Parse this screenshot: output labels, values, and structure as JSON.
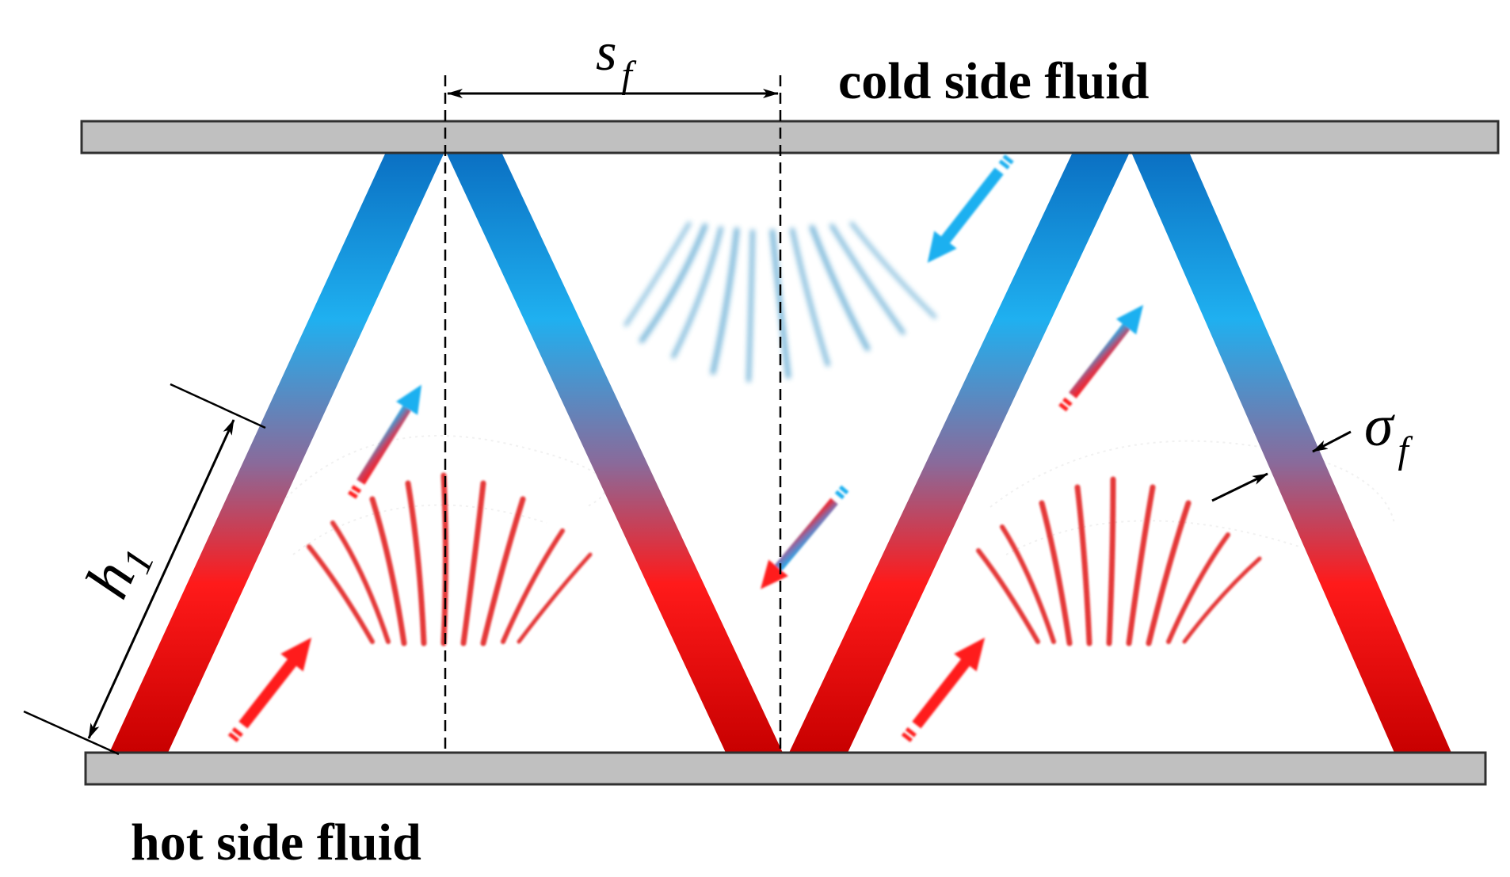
{
  "labels": {
    "cold_side": "cold side fluid",
    "hot_side": "hot side fluid",
    "fin_pitch_symbol": "s",
    "fin_pitch_subscript": "f",
    "fin_thickness_symbol": "σ",
    "fin_thickness_subscript": "f",
    "fin_height_symbol": "h",
    "fin_height_subscript": "1"
  },
  "colors": {
    "plate_fill": "#c0c0c0",
    "plate_stroke": "#303030",
    "cold": "#1a9be6",
    "cold_light": "#29b6f0",
    "hot": "#ff1a1a",
    "hot_dark": "#cc0000",
    "dimension": "#000000"
  },
  "icons": {
    "flow_arrow": "gradient-arrow-icon",
    "cold_plume": "cold-air-plume-icon",
    "hot_plume": "hot-air-plume-icon"
  }
}
